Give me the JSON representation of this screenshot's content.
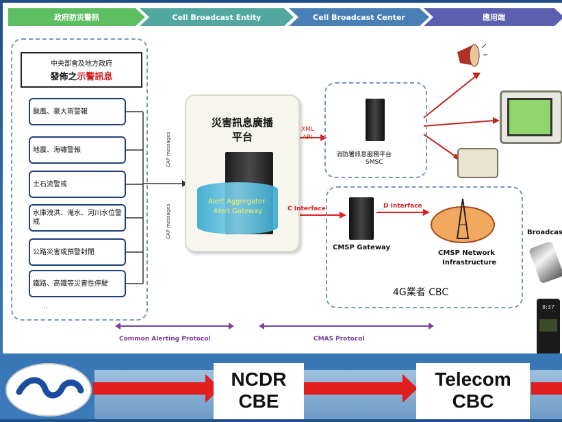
{
  "header": {
    "stage1": "政府防災警訊",
    "stage2": "Cell Broadcast Entity",
    "stage3": "Cell Broadcast Center",
    "stage4": "應用端"
  },
  "source": {
    "title_line1": "中央部會及地方政府",
    "title_line2_prefix": "發佈之",
    "title_line2_highlight": "示警訊息",
    "items": [
      "颱風、豪大雨警報",
      "地震、海嘯警報",
      "土石流警戒",
      "水庫洩洪、淹水、河川水位警戒",
      "公路災害或預警封閉",
      "鐵路、高鐵等災害性停駛"
    ],
    "more": "..."
  },
  "cap_label_top": "CAP messages",
  "cap_label_bottom": "CAP messages",
  "platform": {
    "title_line1": "災害訊息廣播",
    "title_line2": "平台",
    "server_line1": "Alert Aggregator",
    "server_line2": "Alert Gateway"
  },
  "smsc": {
    "api_line1": "XML",
    "api_line2": "API",
    "label_line1": "消防署訊息服務平台",
    "label_line2": "SMSC"
  },
  "carrier": {
    "c_interface": "C Interface",
    "d_interface": "D Interface",
    "gateway": "CMSP Gateway",
    "network_line1": "CMSP Network",
    "network_line2": "Infrastructure",
    "name": "4G業者 CBC",
    "broadcast": "Broadcas",
    "phone_time": "8:37"
  },
  "protocols": {
    "left": "Common Alerting Protocol",
    "right": "CMAS Protocol"
  },
  "flow": {
    "ncdr_line1": "NCDR",
    "ncdr_line2": "CBE",
    "telecom_line1": "Telecom",
    "telecom_line2": "CBC"
  },
  "colors": {
    "arrow_red": "#e01e1e",
    "highlight_red": "#d11a1a",
    "border_navy": "#1e3f7a",
    "protocol_purple": "#7b3fa0"
  }
}
